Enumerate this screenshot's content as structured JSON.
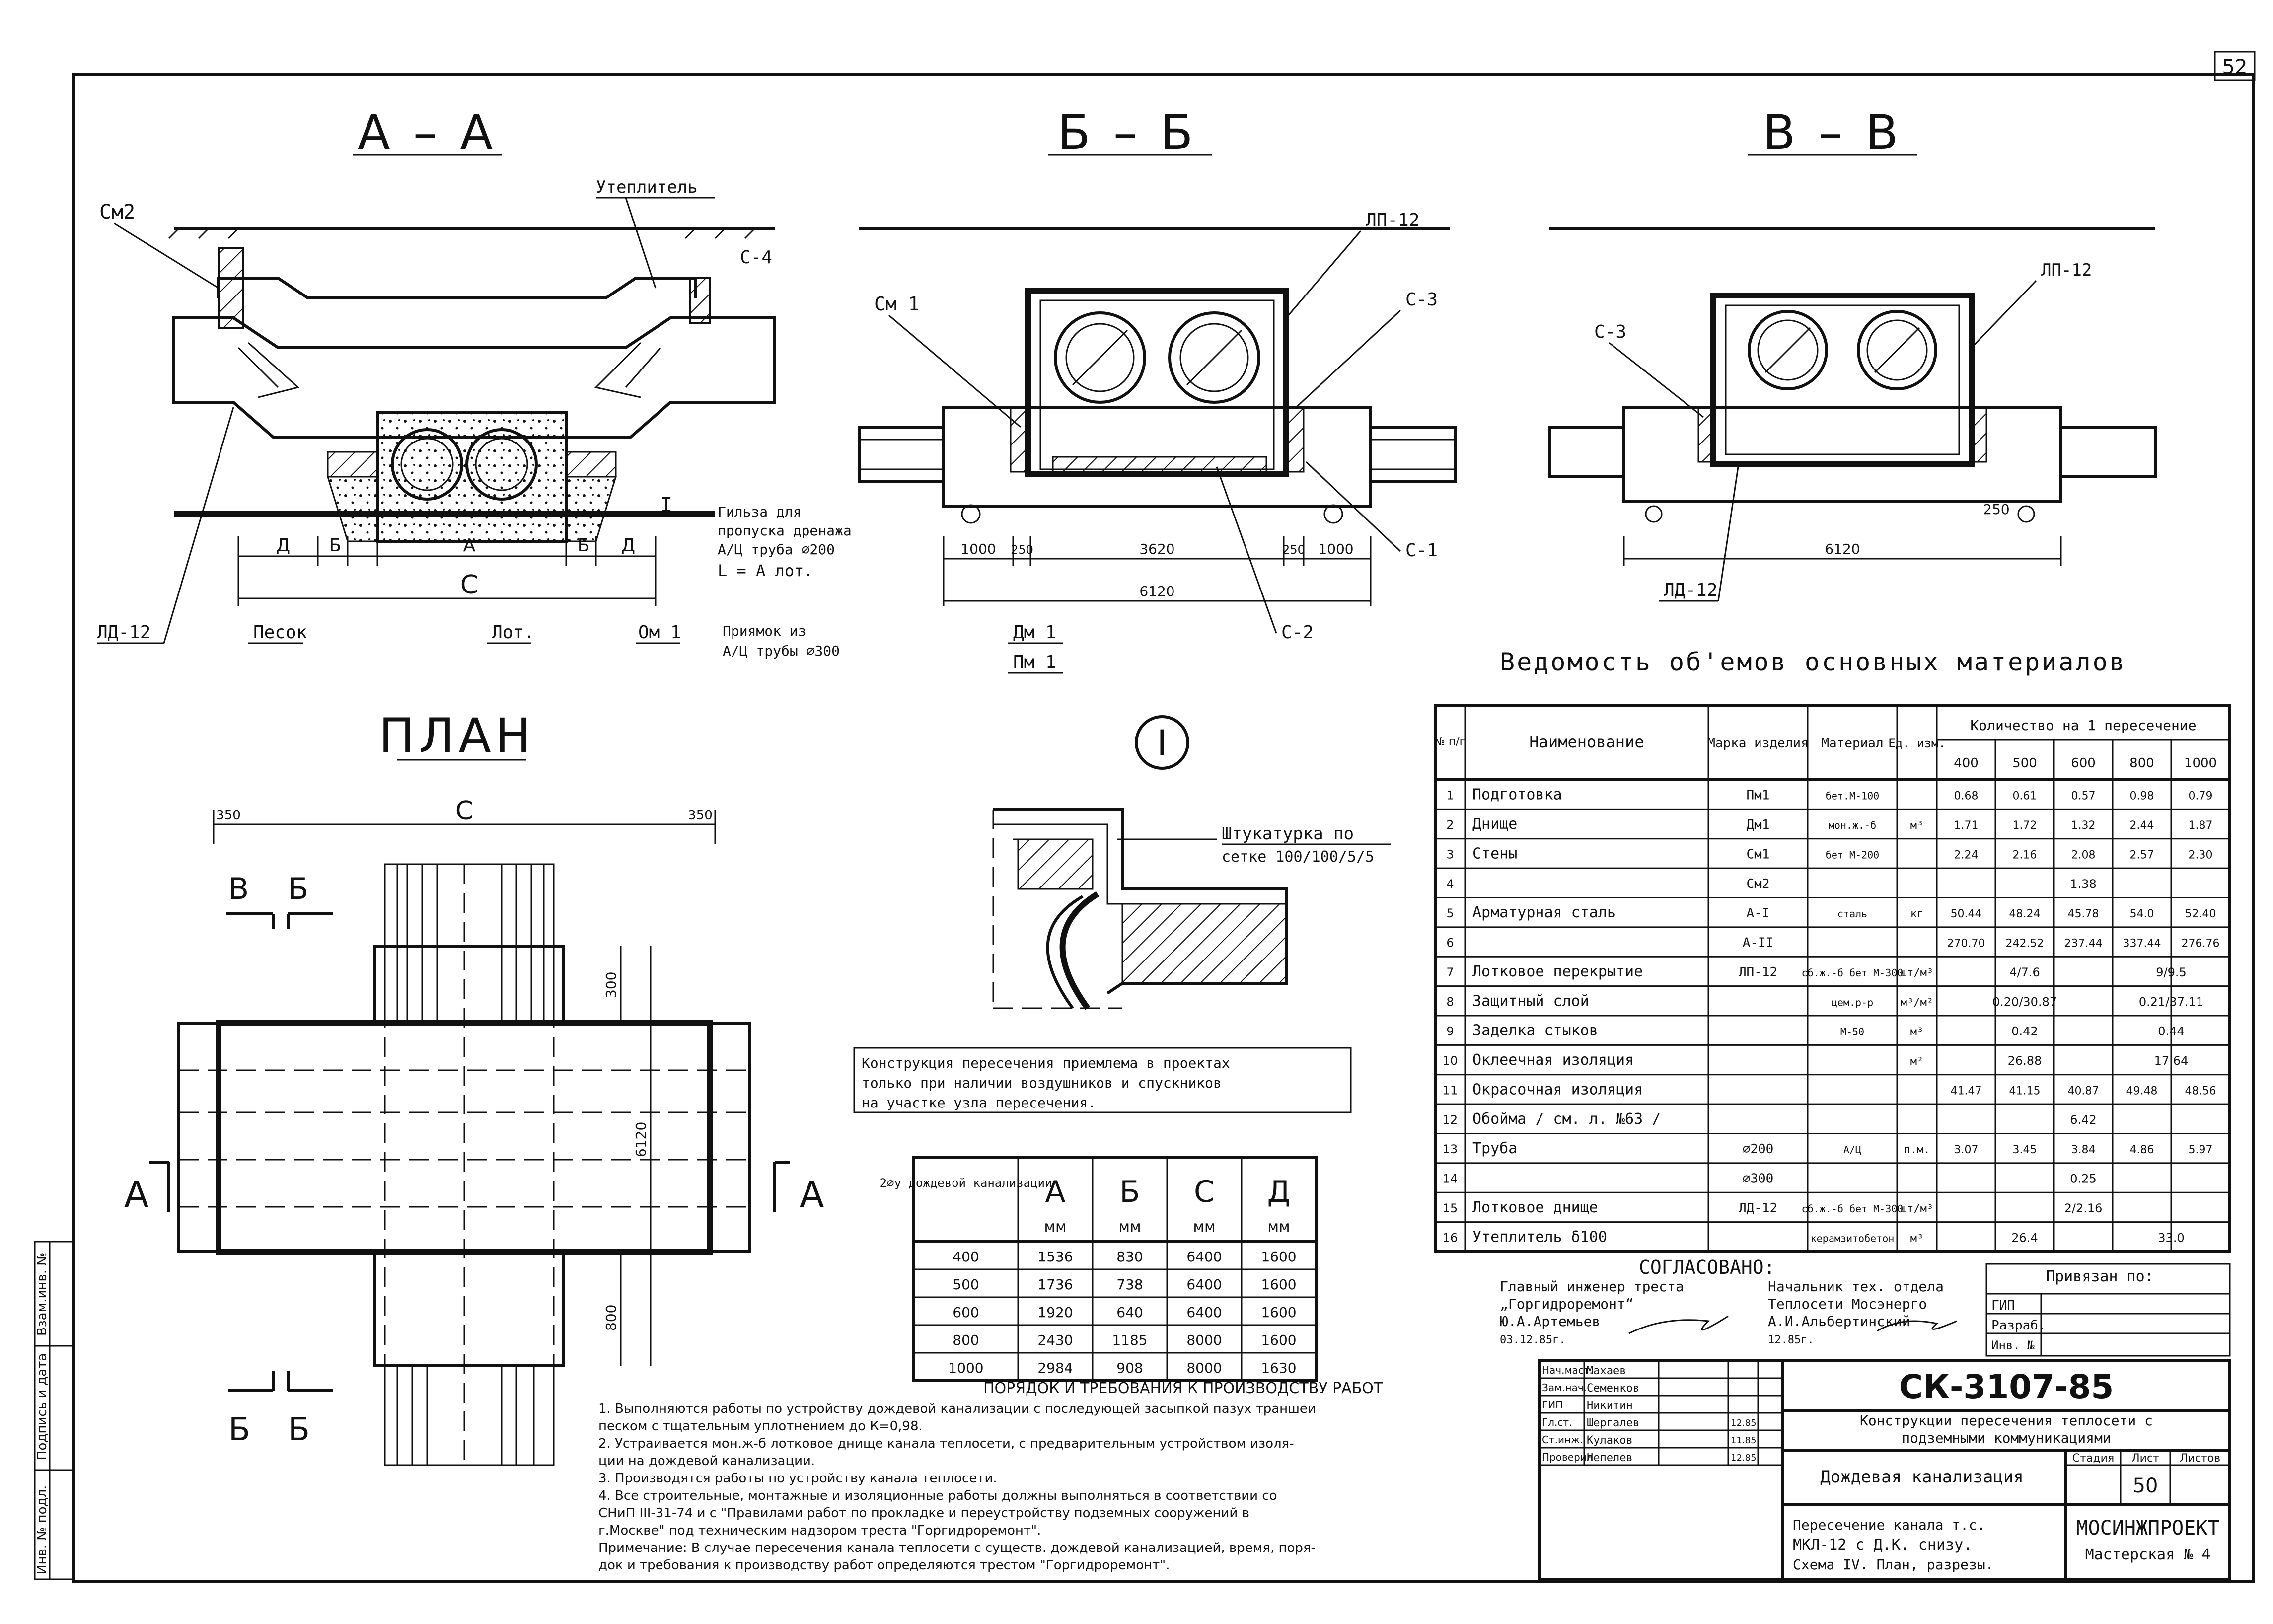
{
  "sheet": {
    "page_number": "52",
    "album_page": "50"
  },
  "sections": {
    "aa": "А – А",
    "bb": "Б – Б",
    "vv": "В – В",
    "plan": "ПЛАН",
    "node": "I"
  },
  "labels_aa": {
    "sm2": "См2",
    "insulation": "Утеплитель",
    "s4": "С-4",
    "sleeve1": "Гильза для",
    "sleeve2": "пропуска дренажа",
    "sleeve3": "А/Ц труба ∅200",
    "sleeve4": "L = А лот.",
    "pit1": "Приямок из",
    "pit2": "А/Ц трубы ∅300",
    "ld12": "ЛД-12",
    "sand": "Песок",
    "lot": "Лот.",
    "om1": "Ом 1",
    "d": "Д",
    "b": "Б",
    "a": "А",
    "c": "С",
    "roman": "I"
  },
  "labels_bb": {
    "sm1": "См 1",
    "lp12": "ЛП-12",
    "s3": "С-3",
    "s1": "С-1",
    "s2": "С-2",
    "dm1": "Дм 1",
    "pm1": "Пм 1",
    "dim1000a": "1000",
    "dim250a": "250",
    "dim3620": "3620",
    "dim250b": "250",
    "dim1000b": "1000",
    "dim6120": "6120"
  },
  "labels_vv": {
    "s3": "С-3",
    "lp12": "ЛП-12",
    "ld12": "ЛД-12",
    "dim250": "250",
    "dim6120": "6120"
  },
  "node_note": {
    "line1": "Штукатурка по",
    "line2": "сетке 100/100/5/5"
  },
  "plan_labels": {
    "c": "С",
    "dim350a": "350",
    "dim350b": "350",
    "dim300": "300",
    "dim800": "800",
    "dim6120": "6120",
    "a": "А",
    "b": "Б",
    "v": "В"
  },
  "note_box": {
    "line1": "Конструкция пересечения приемлема в проектах",
    "line2": "только при наличии воздушников и спускников",
    "line3": "на участке узла пересечения."
  },
  "dims_table": {
    "headers": [
      "2∅у дождевой канализации",
      "А",
      "Б",
      "С",
      "Д"
    ],
    "units": [
      "",
      "мм",
      "мм",
      "мм",
      "мм"
    ],
    "rows": [
      [
        "400",
        "1536",
        "830",
        "6400",
        "1600"
      ],
      [
        "500",
        "1736",
        "738",
        "6400",
        "1600"
      ],
      [
        "600",
        "1920",
        "640",
        "6400",
        "1600"
      ],
      [
        "800",
        "2430",
        "1185",
        "8000",
        "1600"
      ],
      [
        "1000",
        "2984",
        "908",
        "8000",
        "1630"
      ]
    ]
  },
  "materials": {
    "title": "Ведомость об'емов основных материалов",
    "headers": [
      "№ п/п",
      "Наименование",
      "Марка изделия",
      "Материал",
      "Ед. изм.",
      "Количество на 1 пересечение"
    ],
    "sizes": [
      "400",
      "500",
      "600",
      "800",
      "1000"
    ],
    "rows": [
      {
        "n": "1",
        "name": "Подготовка",
        "mark": "Пм1",
        "mat": "бет.М-100",
        "unit": "",
        "vals": [
          "0.68",
          "0.61",
          "0.57",
          "0.98",
          "0.79"
        ]
      },
      {
        "n": "2",
        "name": "Днище",
        "mark": "Дм1",
        "mat": "мон.ж.-б",
        "unit": "м³",
        "vals": [
          "1.71",
          "1.72",
          "1.32",
          "2.44",
          "1.87"
        ]
      },
      {
        "n": "3",
        "name": "Стены",
        "mark": "См1",
        "mat": "бет М-200",
        "unit": "",
        "vals": [
          "2.24",
          "2.16",
          "2.08",
          "2.57",
          "2.30"
        ]
      },
      {
        "n": "4",
        "name": "",
        "mark": "См2",
        "mat": "",
        "unit": "",
        "vals": [
          "1.38"
        ]
      },
      {
        "n": "5",
        "name": "Арматурная сталь",
        "mark": "А-I",
        "mat": "сталь",
        "unit": "кг",
        "vals": [
          "50.44",
          "48.24",
          "45.78",
          "54.0",
          "52.40"
        ]
      },
      {
        "n": "6",
        "name": "",
        "mark": "А-II",
        "mat": "",
        "unit": "",
        "vals": [
          "270.70",
          "242.52",
          "237.44",
          "337.44",
          "276.76"
        ]
      },
      {
        "n": "7",
        "name": "Лотковое перекрытие",
        "mark": "ЛП-12",
        "mat": "сб.ж.-б бет М-300",
        "unit": "шт/м³",
        "vals": [
          "4/7.6",
          "9/9.5"
        ]
      },
      {
        "n": "8",
        "name": "Защитный слой",
        "mark": "",
        "mat": "цем.р-р",
        "unit": "м³/м²",
        "vals": [
          "0.20/30.87",
          "0.21/37.11"
        ]
      },
      {
        "n": "9",
        "name": "Заделка стыков",
        "mark": "",
        "mat": "М-50",
        "unit": "м³",
        "vals": [
          "0.42",
          "0.44"
        ]
      },
      {
        "n": "10",
        "name": "Оклеечная изоляция",
        "mark": "",
        "mat": "",
        "unit": "м²",
        "vals": [
          "26.88",
          "17.64"
        ]
      },
      {
        "n": "11",
        "name": "Окрасочная изоляция",
        "mark": "",
        "mat": "",
        "unit": "",
        "vals": [
          "41.47",
          "41.15",
          "40.87",
          "49.48",
          "48.56"
        ]
      },
      {
        "n": "12",
        "name": "Обойма / см. л. №63 /",
        "mark": "",
        "mat": "",
        "unit": "",
        "vals": [
          "6.42"
        ]
      },
      {
        "n": "13",
        "name": "Труба",
        "mark": "∅200",
        "mat": "А/Ц",
        "unit": "п.м.",
        "vals": [
          "3.07",
          "3.45",
          "3.84",
          "4.86",
          "5.97"
        ]
      },
      {
        "n": "14",
        "name": "",
        "mark": "∅300",
        "mat": "",
        "unit": "",
        "vals": [
          "0.25"
        ]
      },
      {
        "n": "15",
        "name": "Лотковое днище",
        "mark": "ЛД-12",
        "mat": "сб.ж.-б бет М-300",
        "unit": "шт/м³",
        "vals": [
          "2/2.16"
        ]
      },
      {
        "n": "16",
        "name": "Утеплитель  δ100",
        "mark": "",
        "mat": "керамзитобетон",
        "unit": "м³",
        "vals": [
          "26.4",
          "33.0"
        ]
      }
    ]
  },
  "approval": {
    "title": "СОГЛАСОВАНО:",
    "left1": "Главный инженер треста",
    "left2": "„Горгидроремонт“",
    "left3": "Ю.А.Артемьев",
    "left4": "03.12.85г.",
    "right1": "Начальник тех. отдела",
    "right2": "Теплосети Мосэнерго",
    "right3": "А.И.Альбертинский",
    "right4": "12.85г."
  },
  "bound": {
    "title": "Привязан по:",
    "r1": "ГИП",
    "r2": "Разраб.",
    "r3": "Инв. №"
  },
  "requirements": {
    "title": "ПОРЯДОК И ТРЕБОВАНИЯ К ПРОИЗВОДСТВУ РАБОТ",
    "l1": "1. Выполняются работы по устройству дождевой канализации с последующей засыпкой пазух траншеи",
    "l2": "    песком с тщательным уплотнением до К=0,98.",
    "l3": "2. Устраивается мон.ж-б лотковое днище канала теплосети, с предварительным устройством изоля-",
    "l4": "    ции на дождевой канализации.",
    "l5": "3. Производятся работы по устройству канала теплосети.",
    "l6": "4. Все строительные, монтажные и изоляционные работы должны выполняться в соответствии со",
    "l7": "    СНиП III-31-74 и с \"Правилами работ по прокладке и переустройству подземных сооружений в",
    "l8": "    г.Москве\" под техническим надзором треста \"Горгидроремонт\".",
    "l9": "Примечание: В случае пересечения канала теплосети с существ. дождевой канализацией, время, поря-",
    "l10": "    док и требования к производству работ определяются трестом \"Горгидроремонт\"."
  },
  "title_block": {
    "code": "СК-3107-85",
    "desc1": "Конструкции пересечения теплосети с",
    "desc2": "подземными коммуникациями",
    "subject": "Дождевая канализация",
    "sheet_desc1": "Пересечение канала т.с.",
    "sheet_desc2": "МКЛ-12 с Д.К. снизу.",
    "sheet_desc3": "Схема IV. План, разрезы.",
    "org1": "МОСИНЖПРОЕКТ",
    "org2": "Мастерская № 4",
    "stage_h": "Стадия",
    "sheet_h": "Лист",
    "sheets_h": "Листов",
    "staff": [
      {
        "role": "Нач.маст.",
        "name": "Махаев"
      },
      {
        "role": "Зам.нач.",
        "name": "Семенков"
      },
      {
        "role": "ГИП",
        "name": "Никитин"
      },
      {
        "role": "Гл.ст.",
        "name": "Шергалев",
        "date": "12.85"
      },
      {
        "role": "Ст.инж.",
        "name": "Кулаков",
        "date": "11.85"
      },
      {
        "role": "Проверил",
        "name": "Непелев",
        "date": "12.85"
      }
    ]
  },
  "side_stamp": {
    "l1": "Взам.инв. №",
    "l2": "Подпись и дата",
    "l3": "Инв. № подл."
  }
}
